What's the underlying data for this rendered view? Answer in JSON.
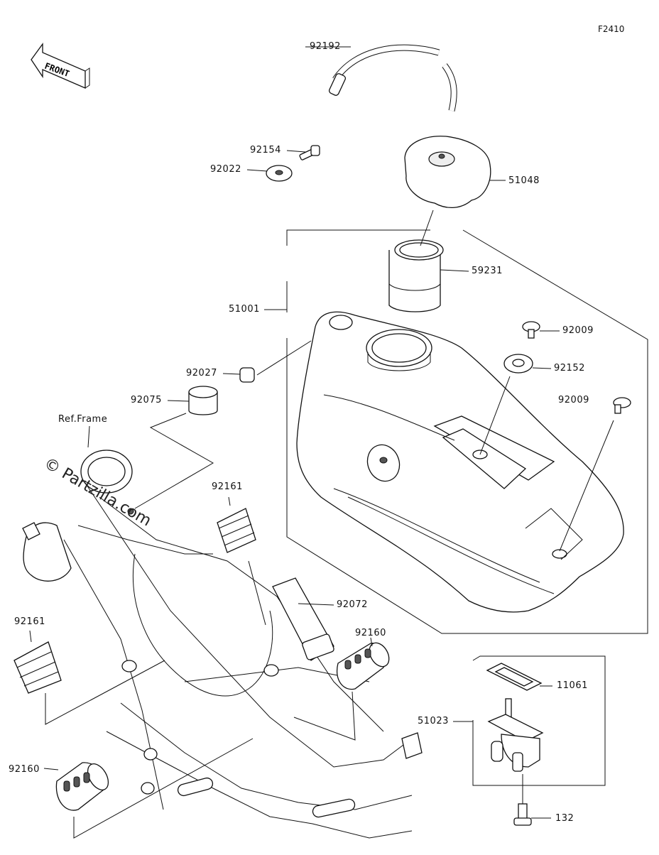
{
  "figure_code": "F2410",
  "front_label": "FRONT",
  "watermark": "© Partzilla.com",
  "ref_frame": "Ref.Frame",
  "parts": {
    "p92192": "92192",
    "p92154": "92154",
    "p92022": "92022",
    "p51048": "51048",
    "p59231": "59231",
    "p51001": "51001",
    "p92009a": "92009",
    "p92152": "92152",
    "p92027": "92027",
    "p92009b": "92009",
    "p92075": "92075",
    "p92161a": "92161",
    "p92072": "92072",
    "p92161b": "92161",
    "p92160a": "92160",
    "p11061": "11061",
    "p51023": "51023",
    "p92160b": "92160",
    "p132": "132"
  }
}
